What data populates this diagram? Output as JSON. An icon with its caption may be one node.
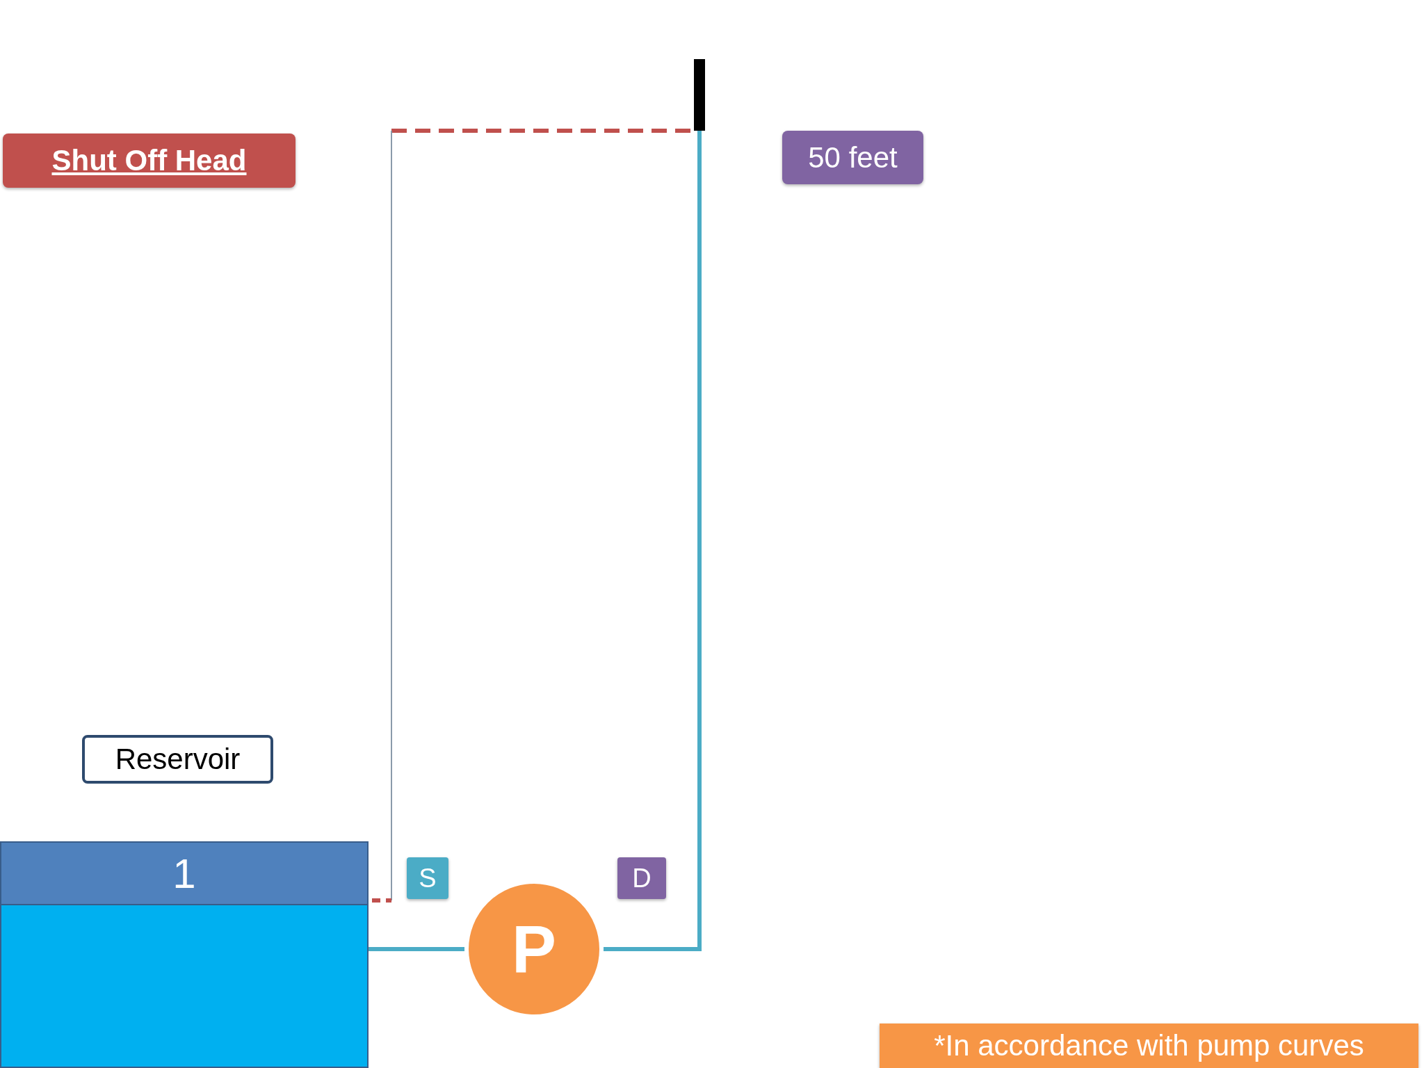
{
  "diagram": {
    "nodes": [
      {
        "text": [
          "Shut Off Head"
        ]
      },
      {
        "text": [
          "50 feet"
        ]
      },
      {
        "text": [
          "Reservoir"
        ]
      },
      {
        "text": [
          "1"
        ]
      },
      {
        "text": [
          "S"
        ]
      },
      {
        "text": [
          "P"
        ]
      },
      {
        "text": [
          "D"
        ]
      },
      {
        "text": [
          "*In accordance with pump curves"
        ]
      }
    ],
    "edges": [
      {
        "from": 3,
        "to": 5,
        "arrow": "none"
      },
      {
        "from": 5,
        "to": null,
        "arrow": "none"
      }
    ]
  }
}
